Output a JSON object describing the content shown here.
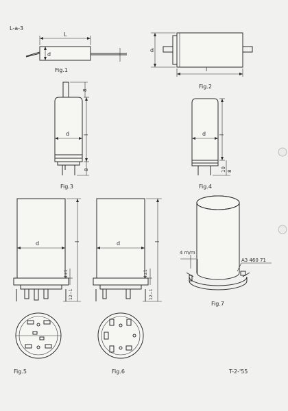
{
  "sheet": {
    "code": "L-a-3",
    "footer_date": "T-2-'55"
  },
  "figures": {
    "fig1": "Fig.1",
    "fig2": "Fig.2",
    "fig3": "Fig.3",
    "fig4": "Fig.4",
    "fig5": "Fig.5",
    "fig6": "Fig.6",
    "fig7": "Fig.7"
  },
  "dims": {
    "L": "L",
    "l": "l",
    "d": "d",
    "b": "8",
    "fig4_10": "10",
    "fig4_8": "8",
    "h4": "4±1",
    "h12": "12−1",
    "gap": "4 m/m",
    "part_no": "A3 460 71"
  },
  "colors": {
    "paper": "#f1f2ef",
    "ink": "#2b2b2b"
  }
}
